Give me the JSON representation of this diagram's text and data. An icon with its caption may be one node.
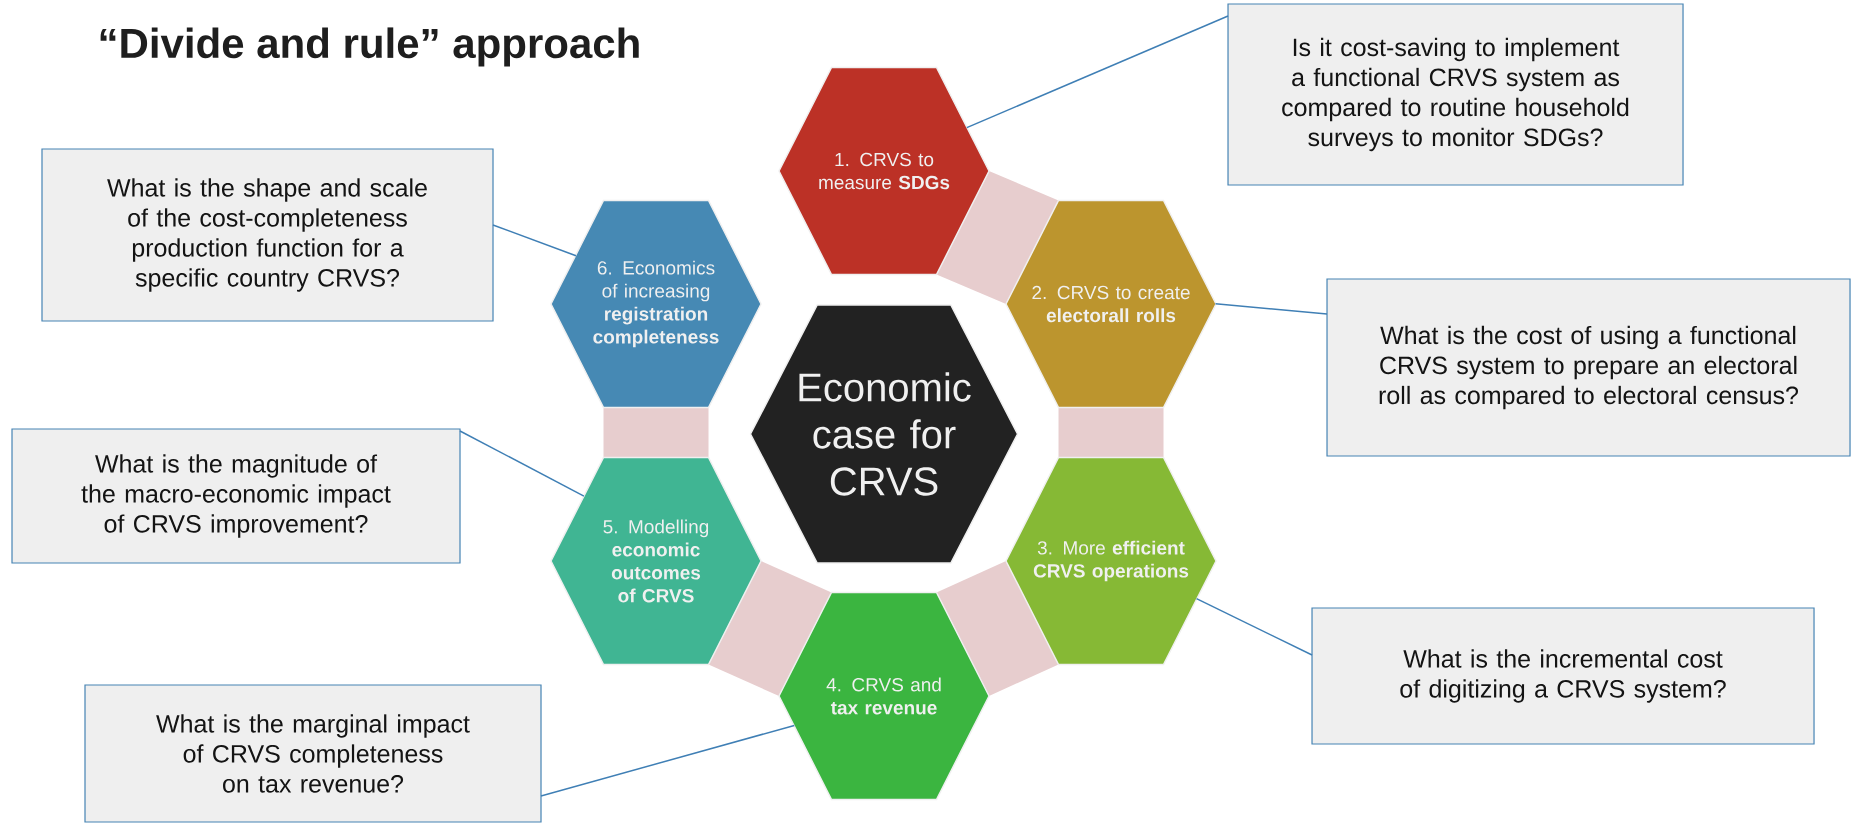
{
  "diagram": {
    "title": "“Divide and rule” approach",
    "nodes": [
      {
        "text": [
          "Economic case for CRVS"
        ]
      },
      {
        "text": [
          "1. CRVS to measure **SDGs**"
        ]
      },
      {
        "text": [
          "2. CRVS to create **electorall rolls**"
        ]
      },
      {
        "text": [
          "3. More **efficient CRVS operations**"
        ]
      },
      {
        "text": [
          "4. CRVS and **tax revenue**"
        ]
      },
      {
        "text": [
          "5. Modelling **economic outcomes of CRVS**"
        ]
      },
      {
        "text": [
          "6. Economics of increasing **registration completeness**"
        ]
      },
      {
        "text": [
          "Is it cost-saving to implement a functional CRVS system as compared to routine household surveys to monitor SDGs?"
        ]
      },
      {
        "text": [
          "What is the cost of using a functional CRVS system to prepare an electoral roll as compared to electoral census?"
        ]
      },
      {
        "text": [
          "What is the incremental cost of digitizing a CRVS system?"
        ]
      },
      {
        "text": [
          "What is the marginal impact of CRVS completeness on tax revenue?"
        ]
      },
      {
        "text": [
          "What is the magnitude of the macro-economic impact of CRVS improvement?"
        ]
      },
      {
        "text": [
          "What is the shape and scale of the cost-completeness production function for a specific country CRVS?"
        ]
      }
    ],
    "edges": [
      {
        "from": 7,
        "to": 1,
        "arrow": "none"
      },
      {
        "from": 8,
        "to": 2,
        "arrow": "none"
      },
      {
        "from": 9,
        "to": 3,
        "arrow": "none"
      },
      {
        "from": 10,
        "to": 4,
        "arrow": "none"
      },
      {
        "from": 11,
        "to": 5,
        "arrow": "none"
      },
      {
        "from": 12,
        "to": 6,
        "arrow": "none"
      }
    ]
  }
}
